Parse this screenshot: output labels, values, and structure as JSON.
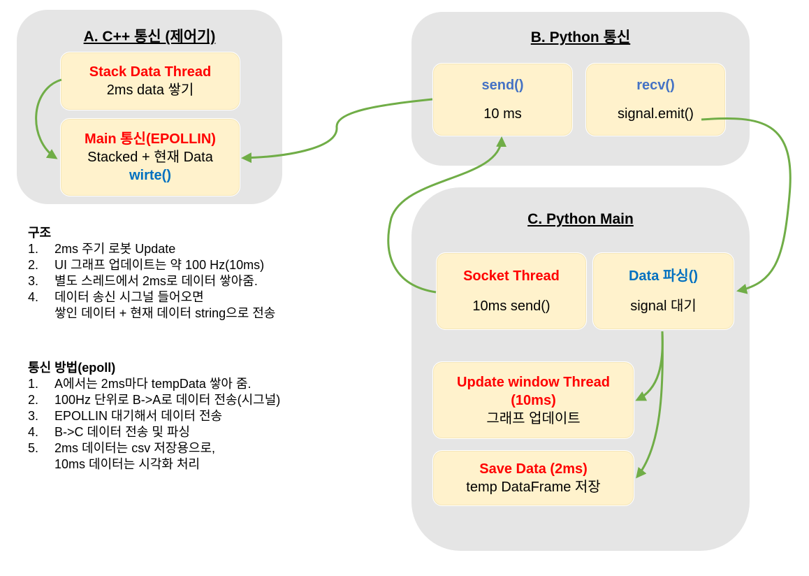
{
  "group_a": {
    "title": "A. C++ 통신 (제어기)",
    "stack_box": {
      "title": "Stack Data Thread",
      "line": "2ms data 쌓기"
    },
    "main_box": {
      "title": "Main 통신(EPOLLIN)",
      "line": "Stacked + 현재 Data",
      "func": "wirte()"
    }
  },
  "group_b": {
    "title": "B. Python 통신",
    "send_box": {
      "func": "send()",
      "line": "10 ms"
    },
    "recv_box": {
      "func": "recv()",
      "line": "signal.emit()"
    }
  },
  "group_c": {
    "title": "C. Python Main",
    "socket_box": {
      "title": "Socket Thread",
      "line": "10ms send()"
    },
    "parse_box": {
      "func": "Data 파싱()",
      "line": "signal 대기"
    },
    "update_box": {
      "title": "Update window Thread",
      "title2": "(10ms)",
      "line": "그래프 업데이트"
    },
    "save_box": {
      "title": "Save Data (2ms)",
      "line": "temp DataFrame 저장"
    }
  },
  "structure": {
    "heading": "구조",
    "items": [
      {
        "num": "1.",
        "text": "2ms 주기 로봇 Update"
      },
      {
        "num": "2.",
        "text": "UI 그래프 업데이트는 약 100 Hz(10ms)"
      },
      {
        "num": "3.",
        "text": "별도 스레드에서 2ms로 데이터 쌓아줌."
      },
      {
        "num": "4.",
        "text": "데이터 송신 시그널 들어오면",
        "text2": "쌓인 데이터 + 현재 데이터 string으로 전송"
      }
    ]
  },
  "comm": {
    "heading": "통신 방법(epoll)",
    "items": [
      {
        "num": "1.",
        "text": "A에서는 2ms마다 tempData 쌓아 줌."
      },
      {
        "num": "2.",
        "text": "100Hz 단위로 B->A로 데이터 전송(시그널)"
      },
      {
        "num": "3.",
        "text": "EPOLLIN 대기해서 데이터 전송"
      },
      {
        "num": "4.",
        "text": "B->C 데이터 전송 및 파싱"
      },
      {
        "num": "5.",
        "text": "2ms 데이터는 csv 저장용으로,",
        "text2": "10ms 데이터는 시각화 처리"
      }
    ]
  },
  "colors": {
    "arrow": "#70ad47",
    "group_bg": "#e5e5e5",
    "box_bg": "#fff2cc",
    "red": "#ff0000",
    "blue": "#0070c0"
  }
}
